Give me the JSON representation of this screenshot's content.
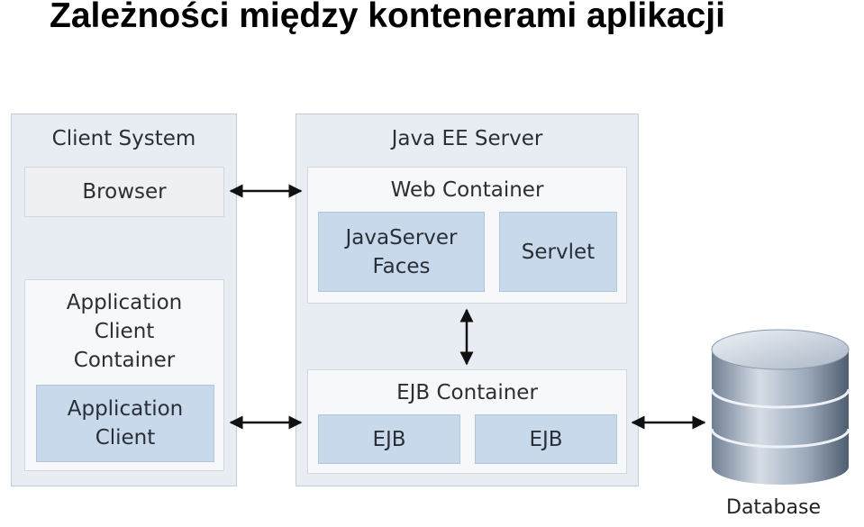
{
  "title": "Zależności między kontenerami aplikacji",
  "client_system": {
    "label": "Client System",
    "browser": "Browser",
    "app_client_container": "Application\nClient\nContainer",
    "app_client": "Application\nClient"
  },
  "server": {
    "label": "Java EE Server",
    "web_container": {
      "label": "Web Container",
      "jsf": "JavaServer\nFaces",
      "servlet": "Servlet"
    },
    "ejb_container": {
      "label": "EJB Container",
      "ejb1": "EJB",
      "ejb2": "EJB"
    }
  },
  "database": {
    "label": "Database"
  },
  "colors": {
    "panel": "#e8edf3",
    "box_blue": "#c9d9ec",
    "arrow": "#111111"
  }
}
